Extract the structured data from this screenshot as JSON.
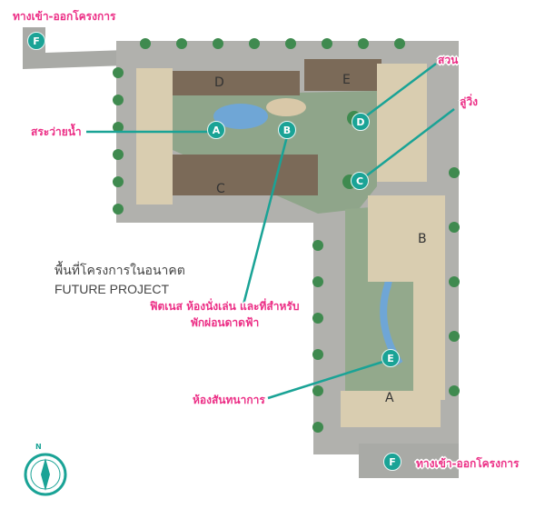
{
  "labels": {
    "entrance_top": "ทางเข้า-ออกโครงการ",
    "entrance_bottom": "ทางเข้า-ออกโครงการ",
    "pool": "สระว่ายน้ำ",
    "garden": "สวน",
    "running_track": "ลู่วิ่ง",
    "fitness_line1": "ฟิตเนส ห้องนั่งเล่น และที่สำหรับ",
    "fitness_line2": "พักผ่อนดาดฟ้า",
    "recreation": "ห้องสันทนาการ"
  },
  "future_project": {
    "thai": "พื้นที่โครงการในอนาคต",
    "english": "FUTURE PROJECT"
  },
  "markers": {
    "a": "A",
    "b": "B",
    "c": "C",
    "d": "D",
    "e": "E",
    "f_top": "F",
    "f_bottom": "F"
  },
  "buildings": {
    "a": "A",
    "b": "B",
    "c": "C",
    "d": "D",
    "e": "E"
  },
  "compass": {
    "north": "N"
  },
  "colors": {
    "accent": "#1aa396",
    "label": "#ec2f86",
    "site": "#a9aaa6",
    "green": "#3f8a4f",
    "water": "#6fa6d6"
  }
}
